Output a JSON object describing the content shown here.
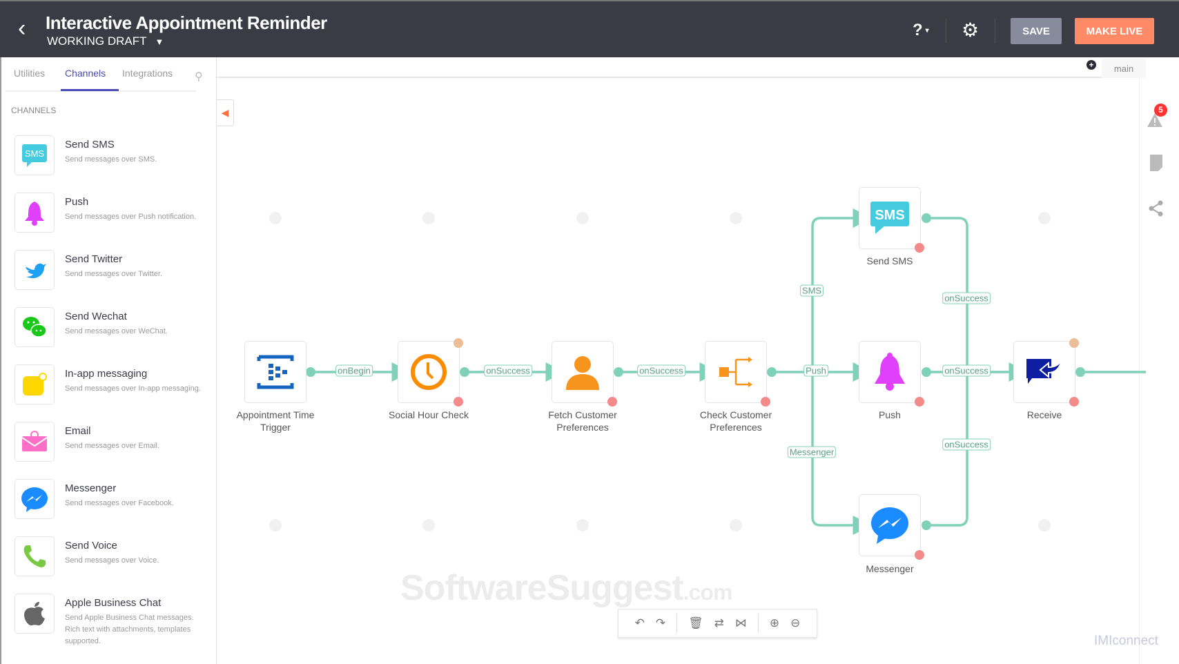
{
  "header": {
    "title": "Interactive Appointment Reminder",
    "version": "WORKING DRAFT",
    "help": "?",
    "save": "SAVE",
    "make_live": "MAKE LIVE"
  },
  "sidebar": {
    "tabs": [
      "Utilities",
      "Channels",
      "Integrations"
    ],
    "active_tab": "Channels",
    "section": "CHANNELS",
    "items": [
      {
        "name": "Send SMS",
        "desc": "Send messages over SMS.",
        "icon": "sms-icon"
      },
      {
        "name": "Push",
        "desc": "Send messages over Push notification.",
        "icon": "bell-icon"
      },
      {
        "name": "Send Twitter",
        "desc": "Send messages over Twitter.",
        "icon": "twitter-icon"
      },
      {
        "name": "Send Wechat",
        "desc": "Send messages over WeChat.",
        "icon": "wechat-icon"
      },
      {
        "name": "In-app messaging",
        "desc": "Send messages over In-app messaging.",
        "icon": "inapp-icon"
      },
      {
        "name": "Email",
        "desc": "Send messages over Email.",
        "icon": "email-icon"
      },
      {
        "name": "Messenger",
        "desc": "Send messages over Facebook.",
        "icon": "messenger-icon"
      },
      {
        "name": "Send Voice",
        "desc": "Send messages over Voice.",
        "icon": "phone-icon"
      },
      {
        "name": "Apple Business Chat",
        "desc": "Send Apple Business Chat messages. Rich text with attachments, templates supported.",
        "icon": "apple-icon"
      }
    ]
  },
  "canvas": {
    "tab": "main",
    "alerts": "5",
    "nodes": {
      "trigger": "Appointment Time Trigger",
      "social": "Social Hour Check",
      "fetch": "Fetch Customer Preferences",
      "check": "Check Customer Preferences",
      "sms": "Send SMS",
      "push": "Push",
      "messenger": "Messenger",
      "receive": "Receive"
    },
    "edges": {
      "e1": "onBegin",
      "e2": "onSuccess",
      "e3": "onSuccess",
      "b_sms": "SMS",
      "b_push": "Push",
      "b_messenger": "Messenger",
      "s_sms": "onSuccess",
      "s_push": "onSuccess",
      "s_messenger": "onSuccess"
    },
    "sms_icon_text": "SMS"
  },
  "watermark": {
    "main": "SoftwareSuggest",
    "suffix": ".com"
  },
  "brand": "IMIconnect",
  "colors": {
    "header": "#3b3b45",
    "accent": "#ff8a65",
    "edge": "#7fd1b7",
    "tab_active": "#4a4ab8"
  }
}
